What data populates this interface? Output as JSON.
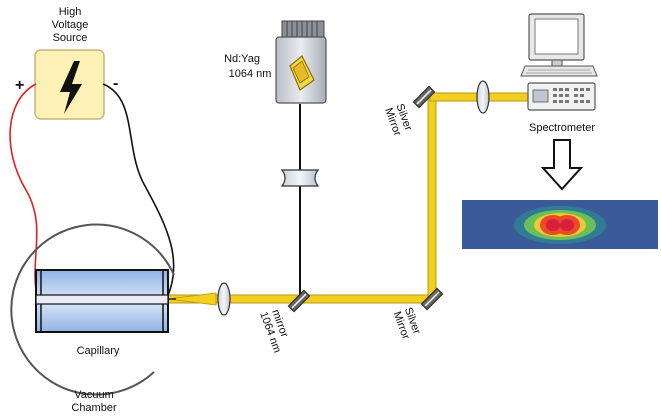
{
  "labels": {
    "hv_line1": "High",
    "hv_line2": "Voltage",
    "hv_line3": "Source",
    "plus": "+",
    "minus": "-",
    "laser_line1": "Nd:Yag",
    "laser_line2": "1064 nm",
    "mirror_top_1": "Silver",
    "mirror_top_2": "Mirror",
    "mirror_bottom_1": "Silver",
    "mirror_bottom_2": "Mirror",
    "dichroic_1": "mirror",
    "dichroic_2": "1064 nm",
    "spectrometer": "Spectrometer",
    "capillary": "Capillary",
    "vacuum_1": "Vacuum",
    "vacuum_2": "Chamber"
  },
  "icons": {
    "hv_source": "lightning-bolt-icon",
    "computer": "monitor-icon",
    "arrow": "down-arrow-icon"
  },
  "colors": {
    "beam": "#f2cf1e",
    "hv_box": "#fdf1b5",
    "capillary": "#9fbfe8",
    "plus_wire": "#e02020",
    "minus_wire": "#111111",
    "spectrum_bg": "#3a5a9a"
  }
}
